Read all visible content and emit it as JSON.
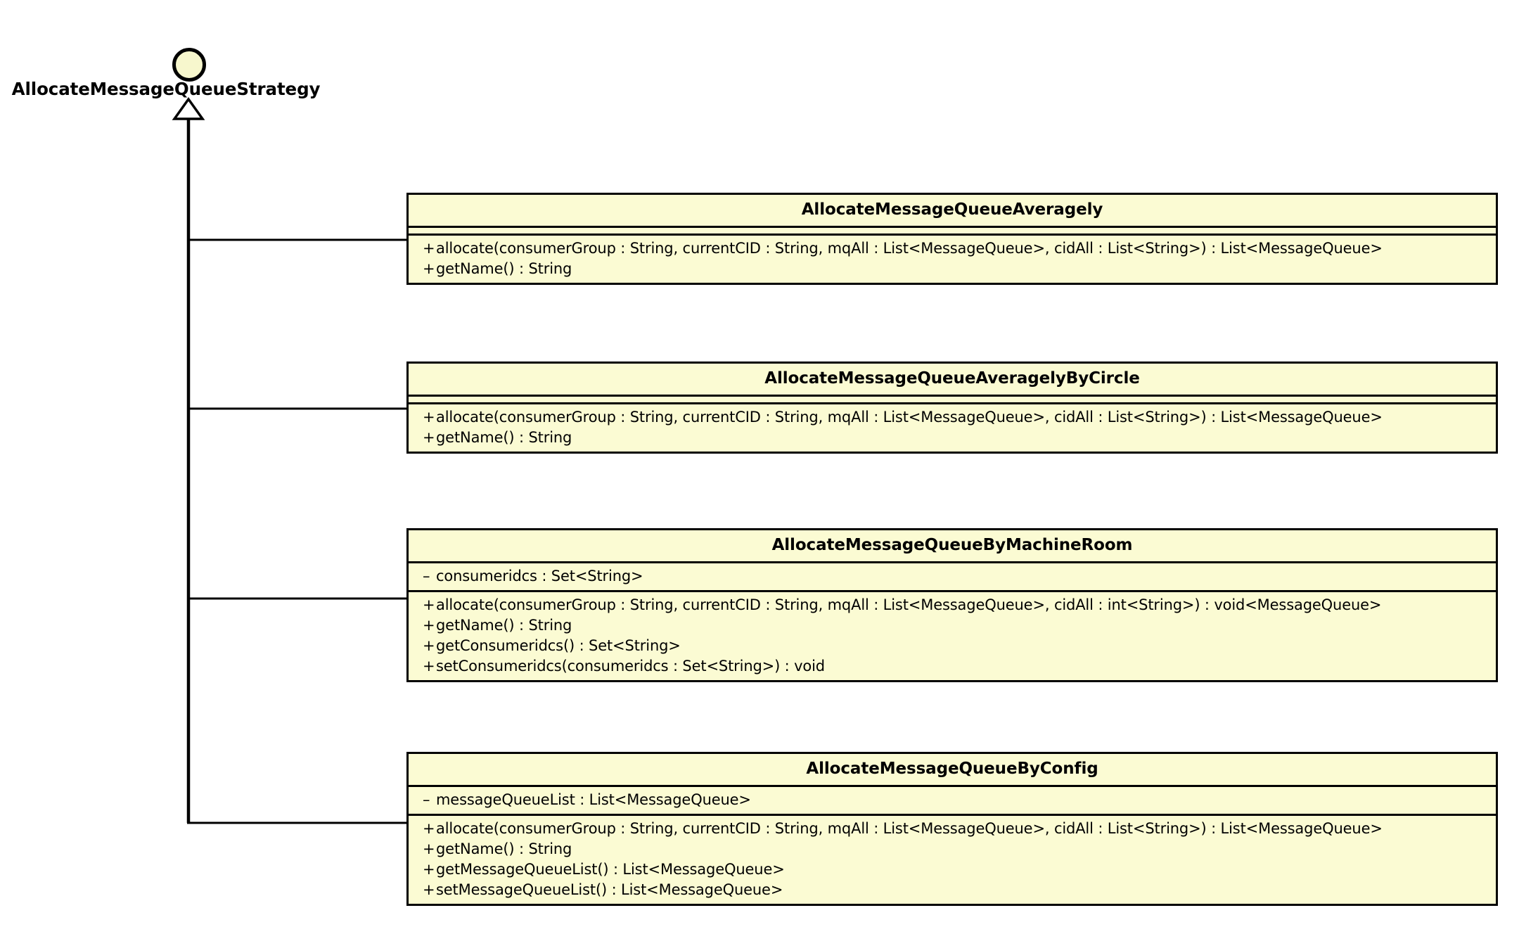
{
  "diagram": {
    "type": "uml-class-diagram",
    "title": "AllocateMessageQueueStrategy hierarchy",
    "colors": {
      "box_fill": "#fbfbd3",
      "lollipop_fill": "#f7f7cd",
      "stroke": "#000000",
      "background": "#ffffff"
    },
    "interface": {
      "name": "AllocateMessageQueueStrategy",
      "notation": "lollipop",
      "relationship": "generalization"
    },
    "classes": [
      {
        "name": "AllocateMessageQueueAveragely",
        "attributes": [],
        "methods": [
          {
            "visibility": "+",
            "signature": "allocate(consumerGroup : String, currentCID : String, mqAll : List<MessageQueue>, cidAll : List<String>) : List<MessageQueue>"
          },
          {
            "visibility": "+",
            "signature": "getName() : String"
          }
        ]
      },
      {
        "name": "AllocateMessageQueueAveragelyByCircle",
        "attributes": [],
        "methods": [
          {
            "visibility": "+",
            "signature": "allocate(consumerGroup : String, currentCID : String, mqAll : List<MessageQueue>, cidAll : List<String>) : List<MessageQueue>"
          },
          {
            "visibility": "+",
            "signature": "getName() : String"
          }
        ]
      },
      {
        "name": "AllocateMessageQueueByMachineRoom",
        "attributes": [
          {
            "visibility": "–",
            "signature": "consumeridcs : Set<String>"
          }
        ],
        "methods": [
          {
            "visibility": "+",
            "signature": "allocate(consumerGroup : String, currentCID : String, mqAll : List<MessageQueue>, cidAll : int<String>) : void<MessageQueue>"
          },
          {
            "visibility": "+",
            "signature": "getName() : String"
          },
          {
            "visibility": "+",
            "signature": "getConsumeridcs() : Set<String>"
          },
          {
            "visibility": "+",
            "signature": "setConsumeridcs(consumeridcs : Set<String>) : void"
          }
        ]
      },
      {
        "name": "AllocateMessageQueueByConfig",
        "attributes": [
          {
            "visibility": "–",
            "signature": "messageQueueList : List<MessageQueue>"
          }
        ],
        "methods": [
          {
            "visibility": "+",
            "signature": "allocate(consumerGroup : String, currentCID : String, mqAll : List<MessageQueue>, cidAll : List<String>) : List<MessageQueue>"
          },
          {
            "visibility": "+",
            "signature": "getName() : String"
          },
          {
            "visibility": "+",
            "signature": "getMessageQueueList() : List<MessageQueue>"
          },
          {
            "visibility": "+",
            "signature": "setMessageQueueList() : List<MessageQueue>"
          }
        ]
      }
    ]
  }
}
